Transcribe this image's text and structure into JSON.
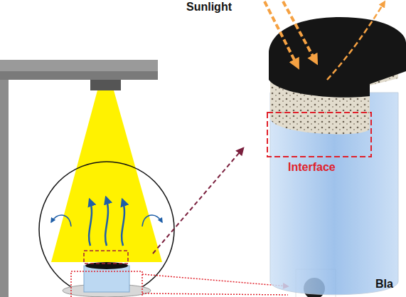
{
  "diagram": {
    "labels": [
      "Sunlight",
      "Interface",
      "Bla"
    ]
  }
}
